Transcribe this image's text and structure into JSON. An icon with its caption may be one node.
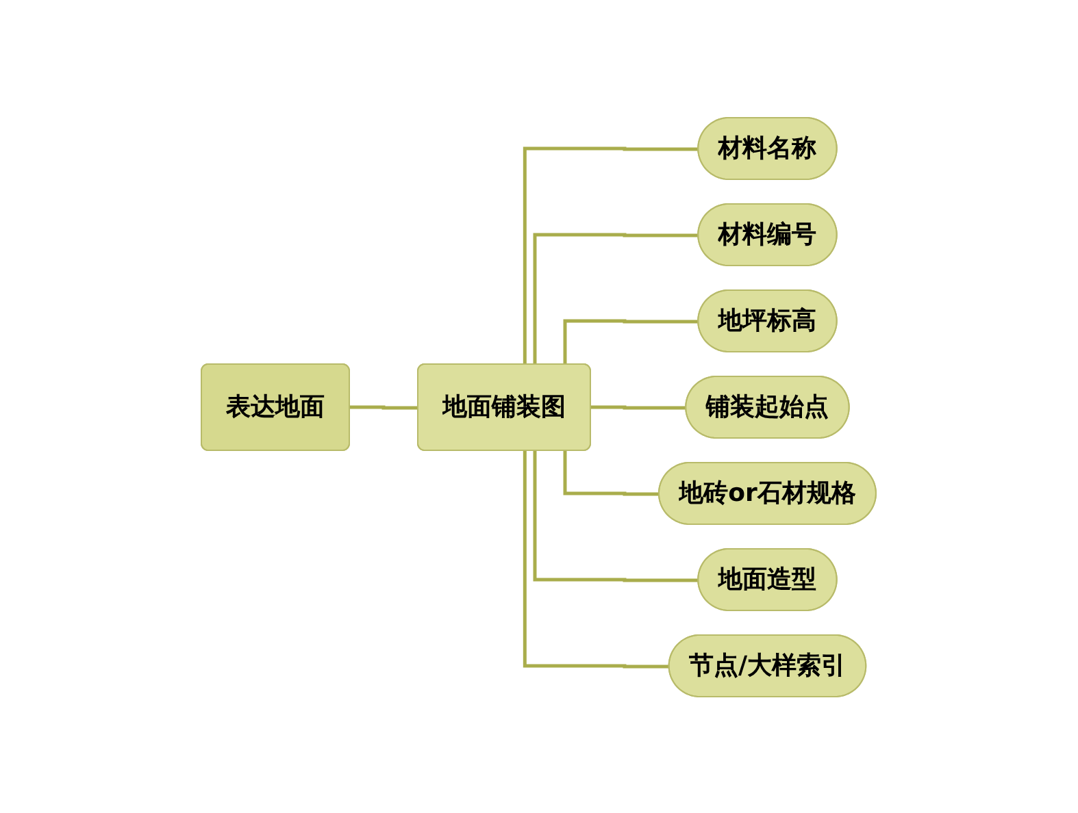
{
  "diagram": {
    "nodes": [
      {
        "text": [
          "表达地面"
        ]
      },
      {
        "text": [
          "地面铺装图"
        ]
      },
      {
        "text": [
          "材料名称"
        ]
      },
      {
        "text": [
          "材料编号"
        ]
      },
      {
        "text": [
          "地坪标高"
        ]
      },
      {
        "text": [
          "铺装起始点"
        ]
      },
      {
        "text": [
          "地砖or石材规格"
        ]
      },
      {
        "text": [
          "地面造型"
        ]
      },
      {
        "text": [
          "节点/大样索引"
        ]
      }
    ],
    "edges": [
      {
        "from": 0,
        "to": 1,
        "arrow": "none"
      },
      {
        "from": 1,
        "to": 2,
        "arrow": "none"
      },
      {
        "from": 1,
        "to": 3,
        "arrow": "none"
      },
      {
        "from": 1,
        "to": 4,
        "arrow": "none"
      },
      {
        "from": 1,
        "to": 5,
        "arrow": "none"
      },
      {
        "from": 1,
        "to": 6,
        "arrow": "none"
      },
      {
        "from": 1,
        "to": 7,
        "arrow": "none"
      },
      {
        "from": 1,
        "to": 8,
        "arrow": "none"
      }
    ]
  }
}
